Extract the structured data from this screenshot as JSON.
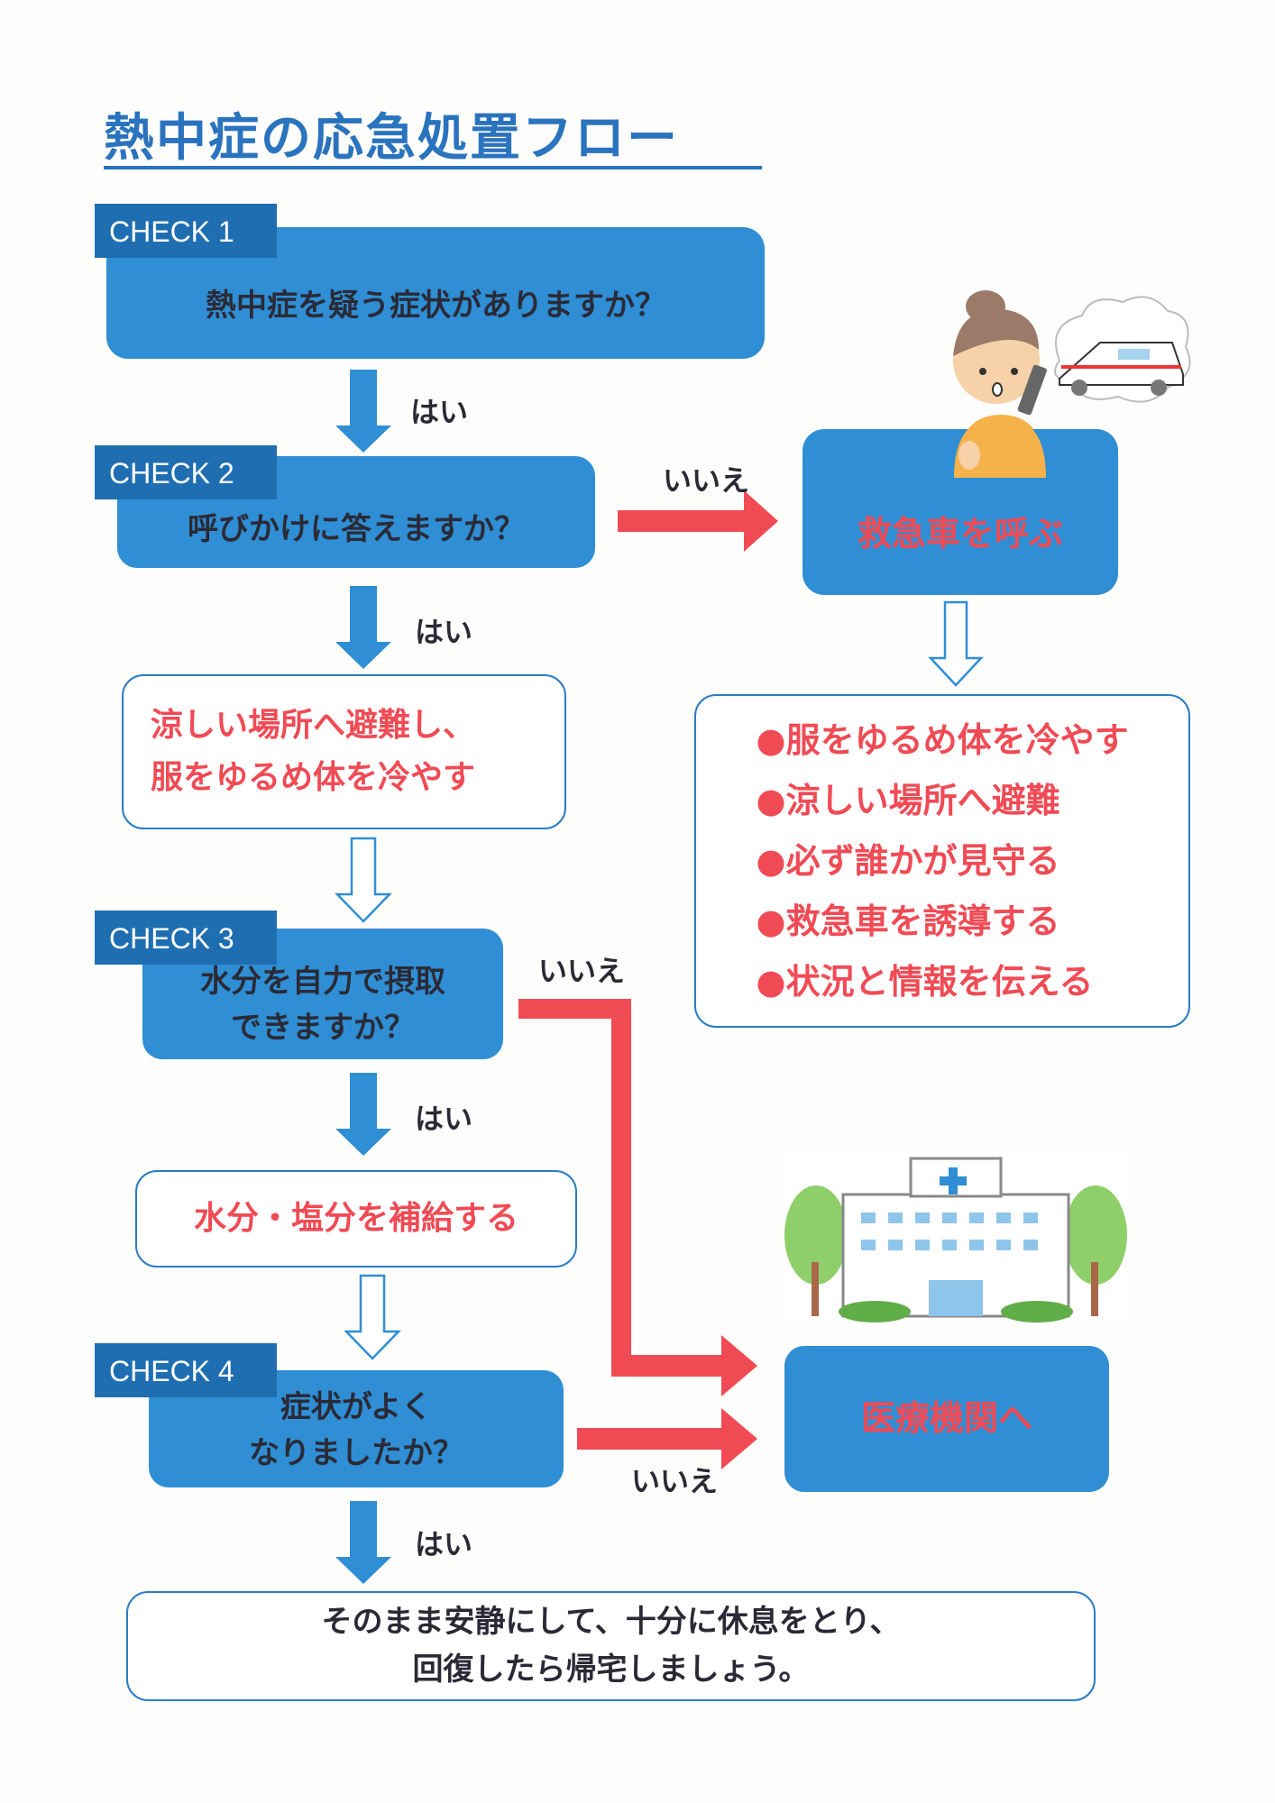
{
  "title": "熱中症の応急処置フロー",
  "checks": [
    {
      "tag": "CHECK 1",
      "question": "熱中症を疑う症状がありますか？"
    },
    {
      "tag": "CHECK 2",
      "question": "呼びかけに答えますか？"
    },
    {
      "tag": "CHECK 3",
      "question_lines": [
        "水分を自力で摂取",
        "できますか？"
      ]
    },
    {
      "tag": "CHECK 4",
      "question_lines": [
        "症状がよく",
        "なりましたか？"
      ]
    }
  ],
  "labels": {
    "yes": "はい",
    "no": "いいえ"
  },
  "actions": {
    "cool_down": [
      "涼しい場所へ避難し、",
      "服をゆるめ体を冷やす"
    ],
    "hydrate": "水分・塩分を補給する",
    "call_ambulance": "救急車を呼ぶ",
    "ambulance_steps": [
      "服をゆるめ体を冷やす",
      "涼しい場所へ避難",
      "必ず誰かが見守る",
      "救急車を誘導する",
      "状況と情報を伝える"
    ],
    "hospital": "医療機関へ",
    "rest": [
      "そのまま安静にして、十分に休息をとり、",
      "回復したら帰宅しましょう。"
    ]
  },
  "colors": {
    "blue": "#2f8ed4",
    "tag_blue": "#1f6eb2",
    "red": "#f04b55",
    "title_blue": "#2a73be"
  }
}
